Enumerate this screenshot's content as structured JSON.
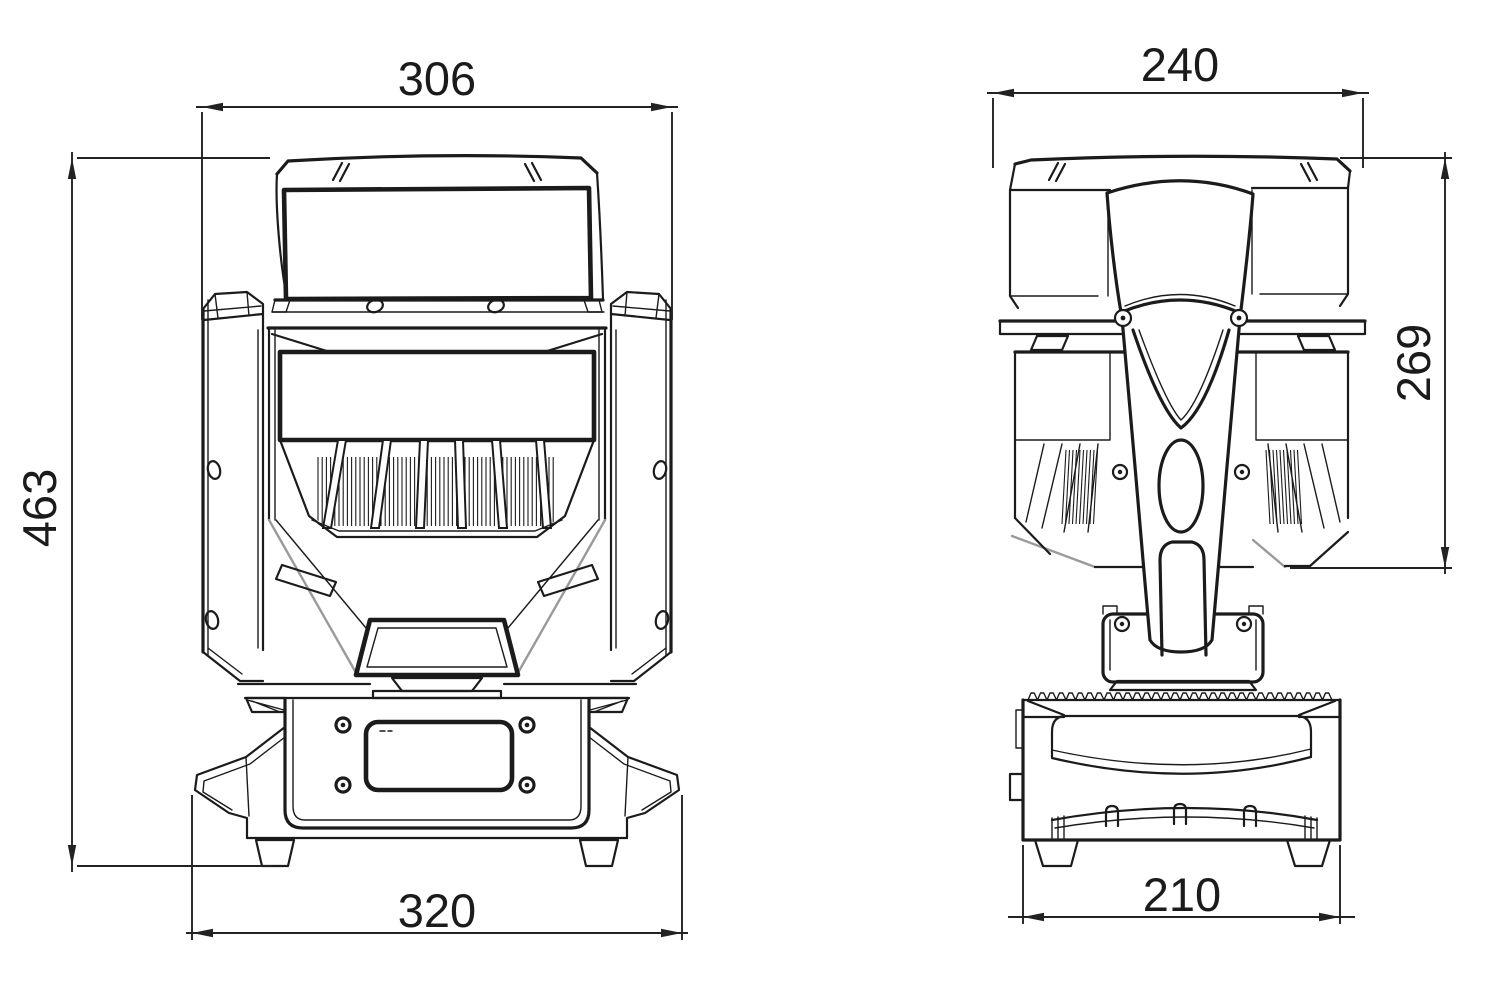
{
  "drawing": {
    "type": "technical-dimension-drawing",
    "line_color": "#1b1b1b",
    "background": "#ffffff",
    "views": {
      "front": {
        "dimensions": {
          "top_width": "306",
          "overall_height": "463",
          "base_width": "320"
        }
      },
      "side": {
        "dimensions": {
          "top_width": "240",
          "head_height": "269",
          "base_width": "210"
        }
      }
    }
  }
}
